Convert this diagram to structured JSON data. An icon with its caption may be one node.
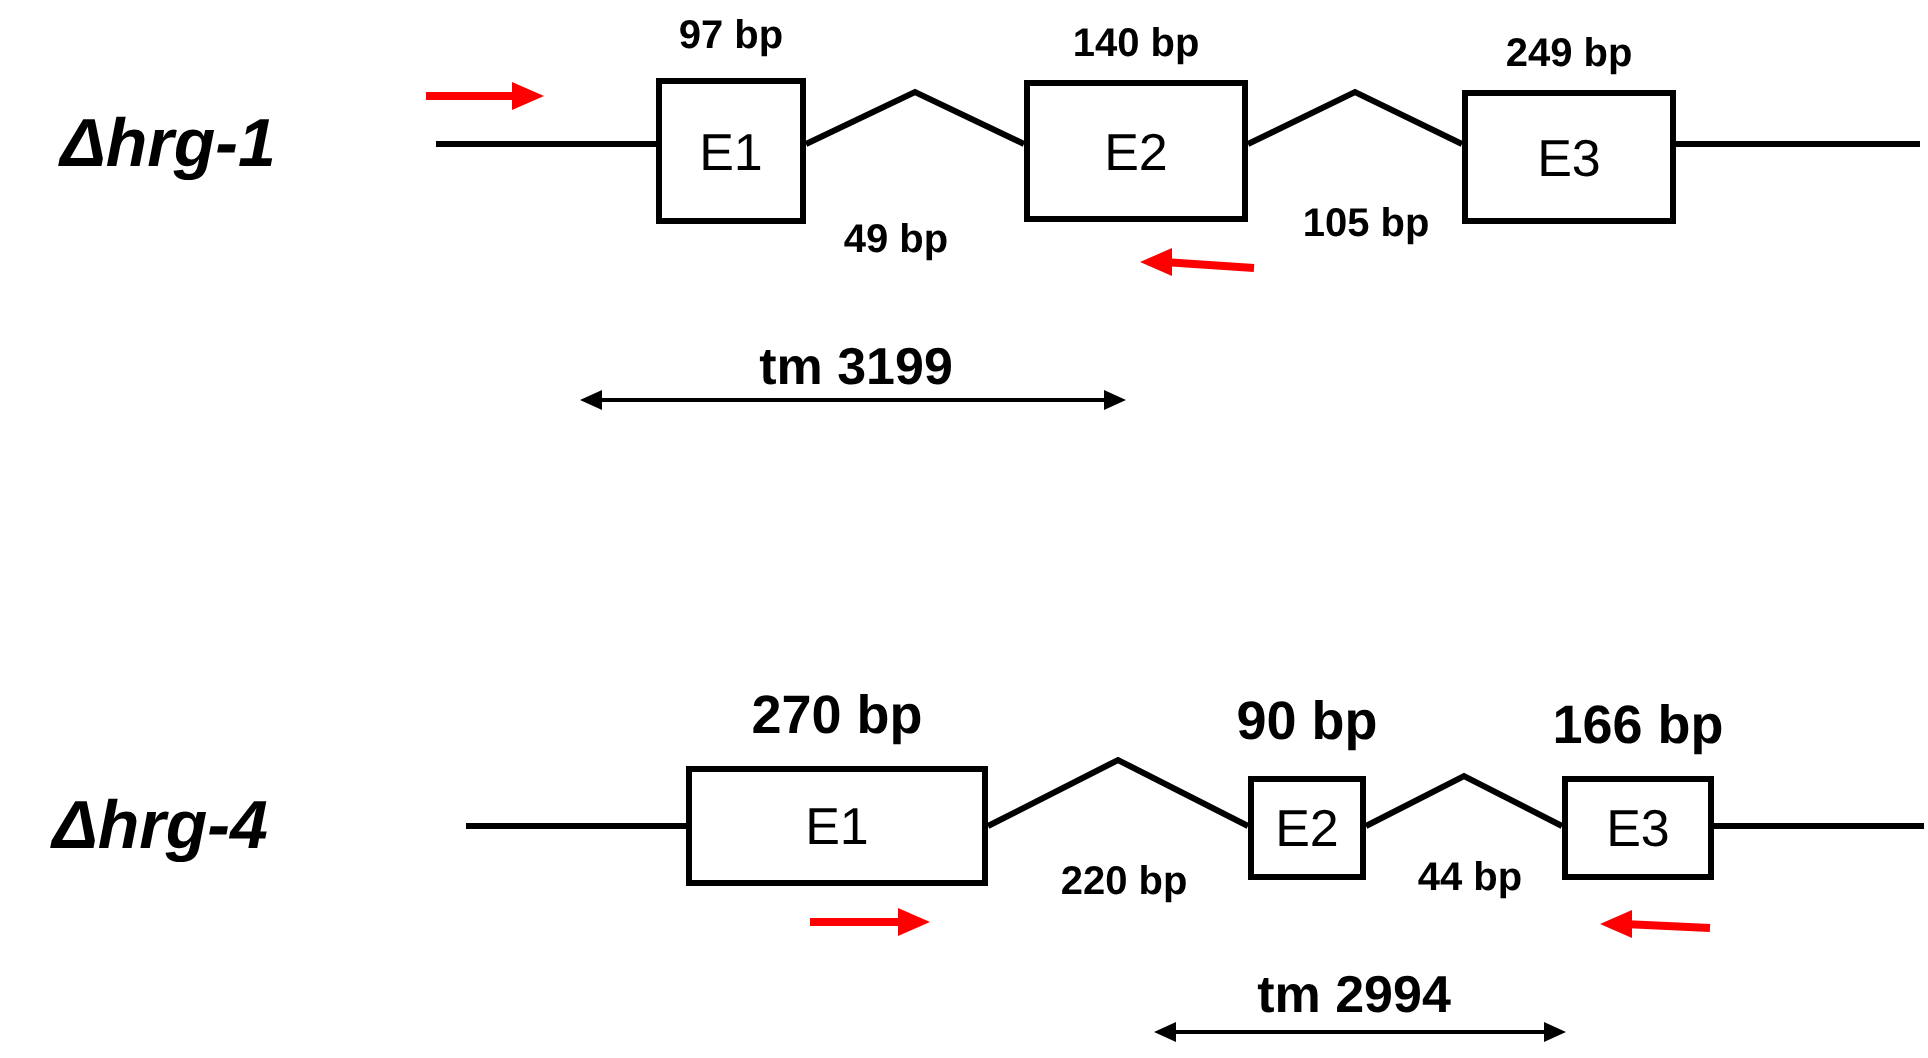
{
  "diagram": {
    "nodes": [
      {
        "text": [
          "E1"
        ],
        "beside": [
          "97 bp"
        ]
      },
      {
        "text": [
          "E2"
        ],
        "beside": [
          "140 bp"
        ]
      },
      {
        "text": [
          "E3"
        ],
        "beside": [
          "249 bp"
        ]
      },
      {
        "text": [
          "E1"
        ],
        "beside": [
          "270 bp"
        ]
      },
      {
        "text": [
          "E2"
        ],
        "beside": [
          "90 bp"
        ]
      },
      {
        "text": [
          "E3"
        ],
        "beside": [
          "166 bp"
        ]
      }
    ],
    "edges": [
      {
        "from": null,
        "to": 0,
        "arrow": "none"
      },
      {
        "from": 0,
        "to": 1,
        "arrow": "none"
      },
      {
        "from": 1,
        "to": 2,
        "arrow": "none"
      },
      {
        "from": 2,
        "to": null,
        "arrow": "none"
      },
      {
        "from": null,
        "to": 3,
        "arrow": "none"
      },
      {
        "from": 3,
        "to": 4,
        "arrow": "none"
      },
      {
        "from": 4,
        "to": 5,
        "arrow": "none"
      },
      {
        "from": 5,
        "to": null,
        "arrow": "none"
      }
    ],
    "labels": [
      "Δhrg-1",
      "49 bp",
      "105 bp",
      "tm 3199",
      "Δhrg-4",
      "220 bp",
      "44 bp",
      "tm 2994"
    ]
  }
}
